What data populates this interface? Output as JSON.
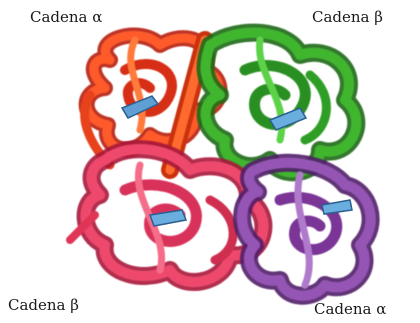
{
  "labels": {
    "top_left": "Cadena α",
    "top_right": "Cadena β",
    "bottom_left": "Cadena β",
    "bottom_right": "Cadena α"
  },
  "chains": [
    {
      "name": "chain-alpha-top-left",
      "color": "#e83b16"
    },
    {
      "name": "chain-beta-top-right",
      "color": "#2f9a24"
    },
    {
      "name": "chain-beta-bottom-left",
      "color": "#e03456"
    },
    {
      "name": "chain-alpha-bottom-right",
      "color": "#7f3d9c"
    }
  ],
  "heme_color": "#6aa6d6"
}
